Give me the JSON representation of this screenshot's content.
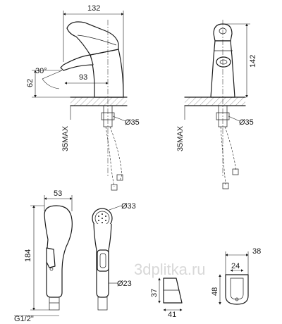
{
  "faucet_front": {
    "width_total": "132",
    "spout_reach": "93",
    "spout_height": "62",
    "spout_angle": "30°",
    "base_diameter": "Ø35",
    "max_thickness": "35MAX"
  },
  "faucet_side": {
    "height": "142",
    "base_diameter": "Ø35",
    "max_thickness": "35MAX"
  },
  "shower_head": {
    "width": "53",
    "length": "184",
    "head_diameter": "Ø33",
    "neck_diameter": "Ø23",
    "thread": "G1/2\""
  },
  "holder": {
    "width": "38",
    "inner_width": "24",
    "height": "48",
    "depth": "41",
    "side_height": "37"
  },
  "watermark": "3dplitka.ru"
}
